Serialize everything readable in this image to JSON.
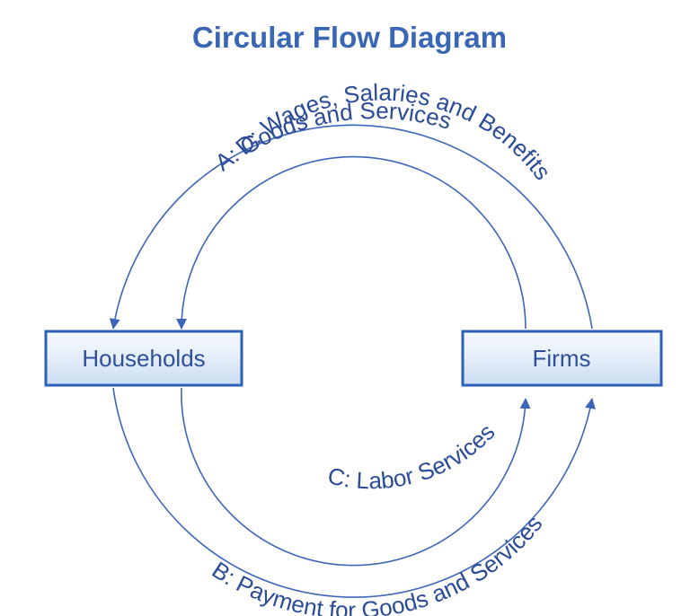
{
  "title": "Circular Flow Diagram",
  "nodes": {
    "households": "Households",
    "firms": "Firms"
  },
  "flows": {
    "a": "A: Goods and Services",
    "b": "B: Payment for Goods and Services",
    "c": "C: Labor Services",
    "d": "D: Wages, Salaries and Benefits"
  },
  "colors": {
    "title": "#3a67b5",
    "arrow": "#3b66b8",
    "box_border": "#2e5fb8",
    "box_fill": "#dbe9f7",
    "text": "#2f4f9a"
  }
}
